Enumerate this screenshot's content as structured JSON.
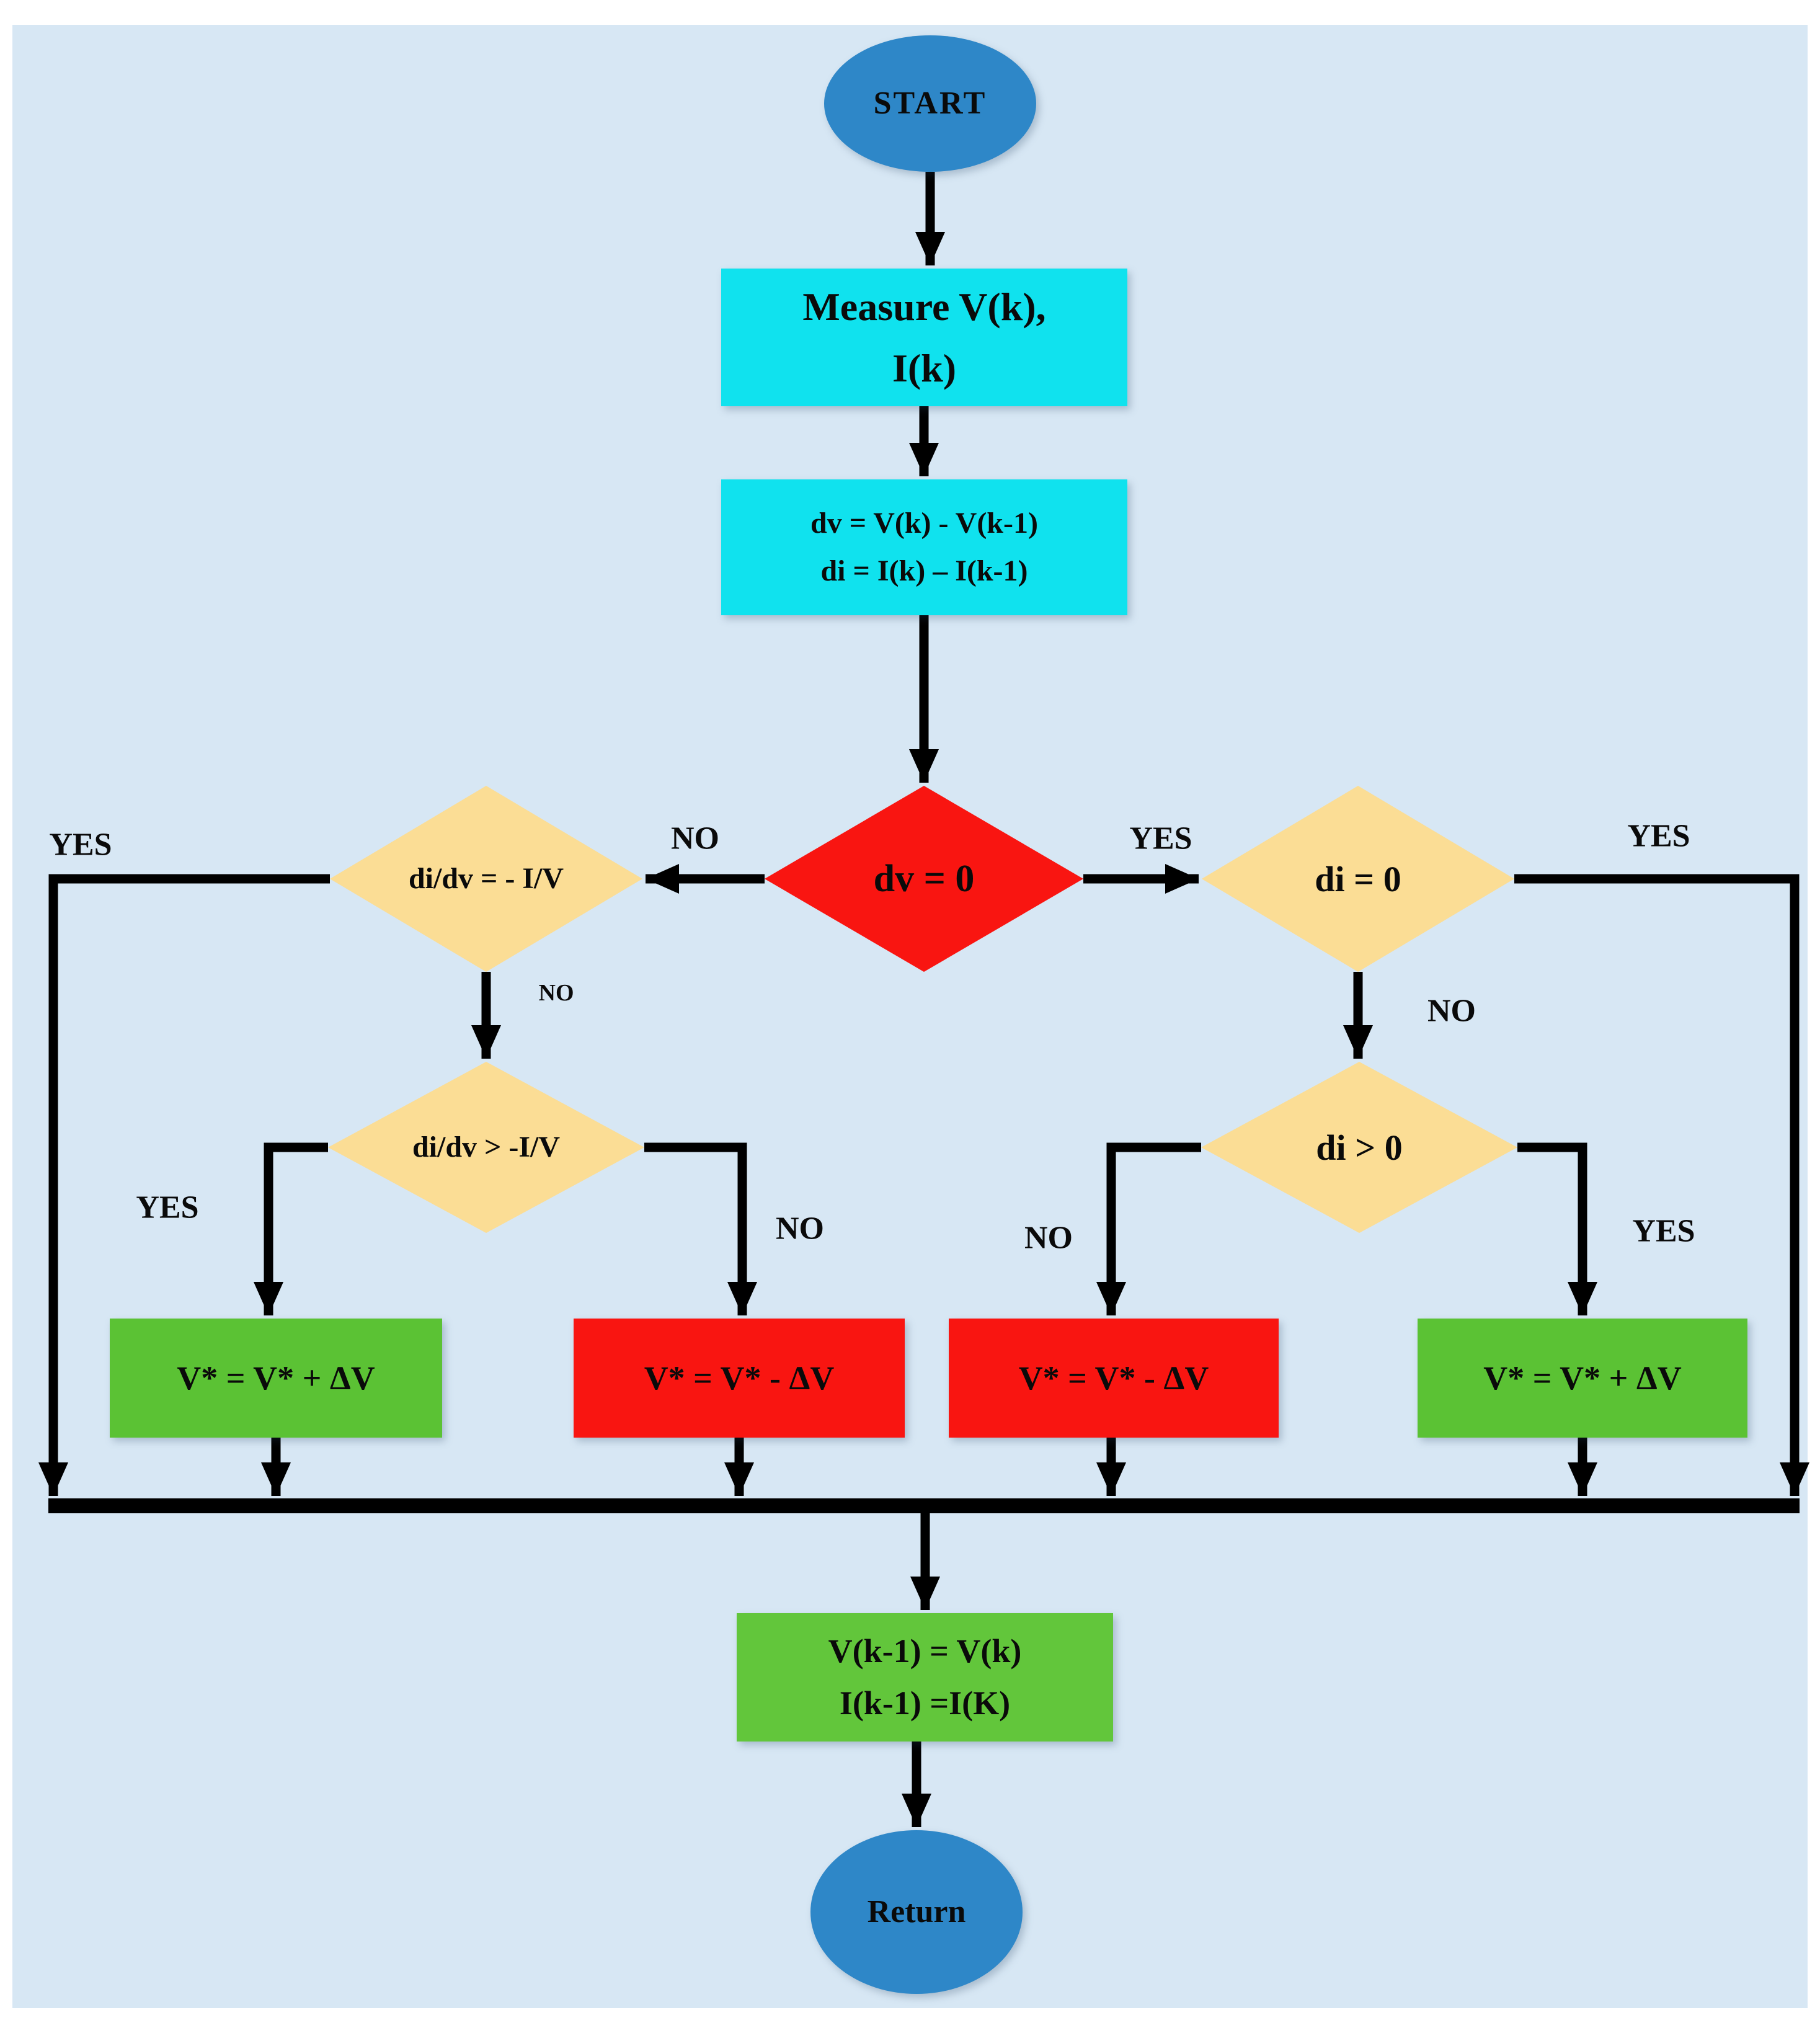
{
  "flowchart": {
    "title_hint": "Incremental conductance MPPT algorithm flowchart",
    "start_label": "START",
    "measure": {
      "line1": "Measure V(k),",
      "line2": "I(k)"
    },
    "delta": {
      "line1": "dv = V(k) - V(k-1)",
      "line2": "di = I(k) – I(k-1)"
    },
    "decision_dv0": "dv = 0",
    "decision_didv_eq": "di/dv = - I/V",
    "decision_di0": "di = 0",
    "decision_didv_gt": "di/dv > -I/V",
    "decision_di_gt": "di > 0",
    "action_inc_left": "V* = V* + ΔV",
    "action_dec_left": "V* = V* - ΔV",
    "action_dec_right": "V* = V* - ΔV",
    "action_inc_right": "V* = V* + ΔV",
    "update": {
      "line1": "V(k-1) = V(k)",
      "line2": "I(k-1) =I(K)"
    },
    "return_label": "Return",
    "branch_labels": {
      "dv0_no": "NO",
      "dv0_yes": "YES",
      "far_left_yes": "YES",
      "far_right_yes": "YES",
      "didv_eq_no": "NO",
      "di0_no": "NO",
      "didv_gt_yes": "YES",
      "didv_gt_no": "NO",
      "di_gt_no": "NO",
      "di_gt_yes": "YES"
    },
    "colors": {
      "background_panel": "#D7E7F4",
      "terminal_blue": "#2E87C8",
      "process_cyan": "#10E2EE",
      "decision_red": "#F91511",
      "decision_yellow": "#FBDD95",
      "action_green": "#5BC234",
      "action_red": "#F91511",
      "update_green": "#62C63B",
      "connector_black": "#000000"
    }
  }
}
